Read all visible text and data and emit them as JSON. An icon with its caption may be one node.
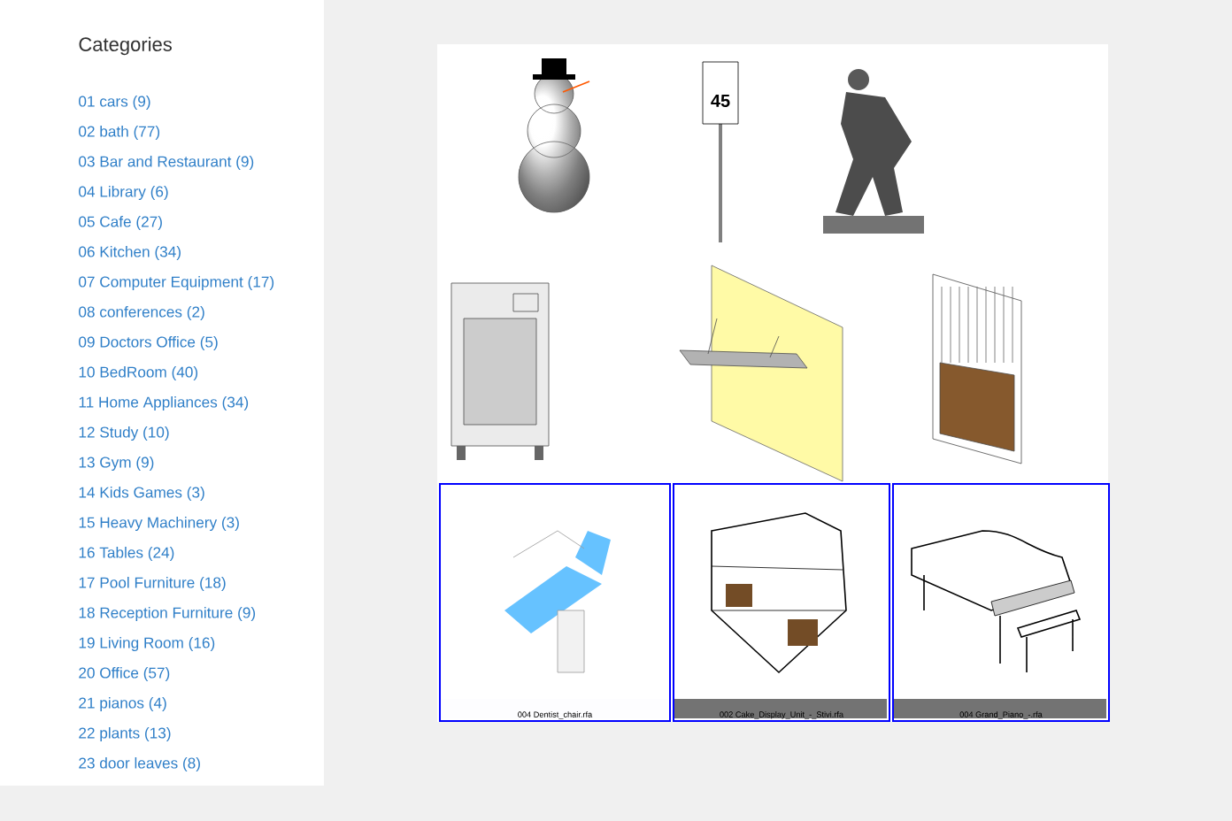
{
  "diagram": {
    "title": "Categories",
    "nodes": [
      {
        "text": [
          "004 Dentist_chair.rfa"
        ]
      },
      {
        "text": [
          "002 Cake_Display_Unit_-_Stivi.rfa"
        ]
      },
      {
        "text": [
          "004 Grand_Piano_-.rfa"
        ]
      }
    ],
    "edges": [],
    "labels": [
      "01 cars (9)",
      "02 bath (77)",
      "03 Bar and Restaurant (9)",
      "04 Library (6)",
      "05 Cafe (27)",
      "06 Kitchen (34)",
      "07 Computer Equipment (17)",
      "08 conferences (2)",
      "09 Doctors Office (5)",
      "10 BedRoom (40)",
      "11 Home Appliances (34)",
      "12 Study (10)",
      "13 Gym (9)",
      "14 Kids Games (3)",
      "15 Heavy Machinery (3)",
      "16 Tables (24)",
      "17 Pool Furniture (18)",
      "18 Reception Furniture (9)",
      "19 Living Room (16)",
      "20 Office (57)",
      "21 pianos (4)",
      "22 plants (13)",
      "23 door leaves (8)",
      "45"
    ]
  }
}
